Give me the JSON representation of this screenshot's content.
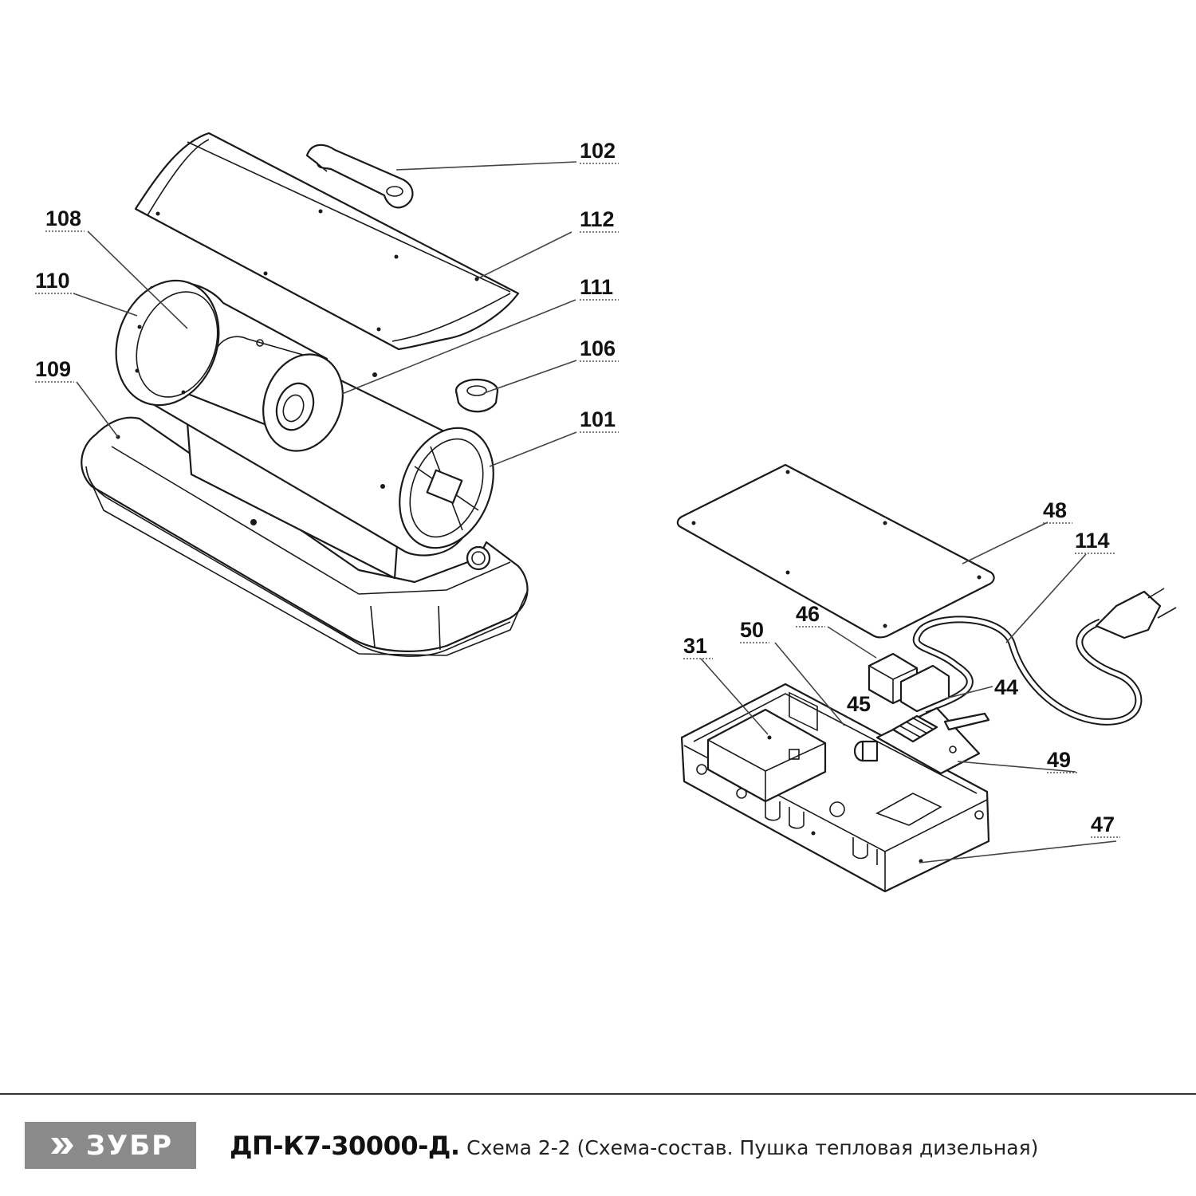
{
  "callouts": {
    "c102": "102",
    "c108": "108",
    "c112": "112",
    "c110": "110",
    "c111": "111",
    "c106": "106",
    "c109": "109",
    "c101": "101",
    "c48": "48",
    "c114": "114",
    "c46": "46",
    "c50": "50",
    "c31": "31",
    "c44": "44",
    "c45": "45",
    "c49": "49",
    "c47": "47"
  },
  "footer": {
    "logo_text": "ЗУБР",
    "model": "ДП-К7-30000-Д.",
    "description": "Схема 2-2 (Схема-состав. Пушка тепловая дизельная)"
  },
  "colors": {
    "logo_bg": "#8a8a8a",
    "line": "#1a1a1a"
  }
}
